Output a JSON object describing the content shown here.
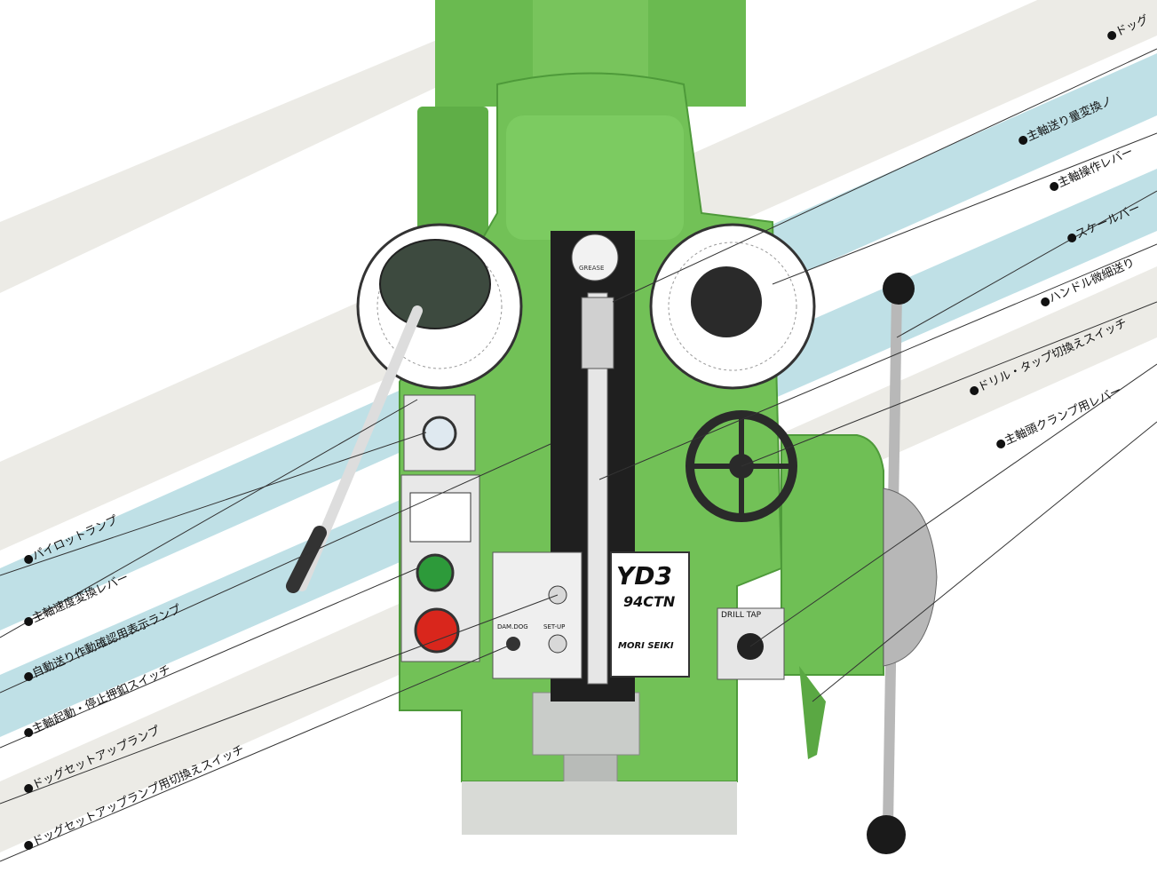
{
  "colors": {
    "machine_green": "#6fbf55",
    "band_blue": "#bfe0e6",
    "band_grey": "#e9e7e2",
    "label_text": "#111111"
  },
  "left_labels": [
    "●パイロットランプ",
    "●主軸速度変換レバー",
    "●自動送り作動確認用表示ランプ",
    "●主軸起動・停止押釦スイッチ",
    "●ドッグセットアップランプ",
    "●ドッグセットアップランプ用切換えスイッチ"
  ],
  "right_labels": [
    "●ドッグ",
    "●主軸送り量変換ノ",
    "●主軸操作レバー",
    "●スケールバー",
    "●ハンドル微細送り",
    "●ドリル・タップ切換えスイッチ",
    "●主軸頭クランプ用レバー"
  ],
  "machine": {
    "model": "YD3",
    "submodel": "94CTN",
    "maker": "MORI SEIKI",
    "grease_label": "GREASE",
    "switch_label": "DRILL TAP",
    "setup_label": "SET-UP",
    "dog_label": "DAM.DOG"
  }
}
